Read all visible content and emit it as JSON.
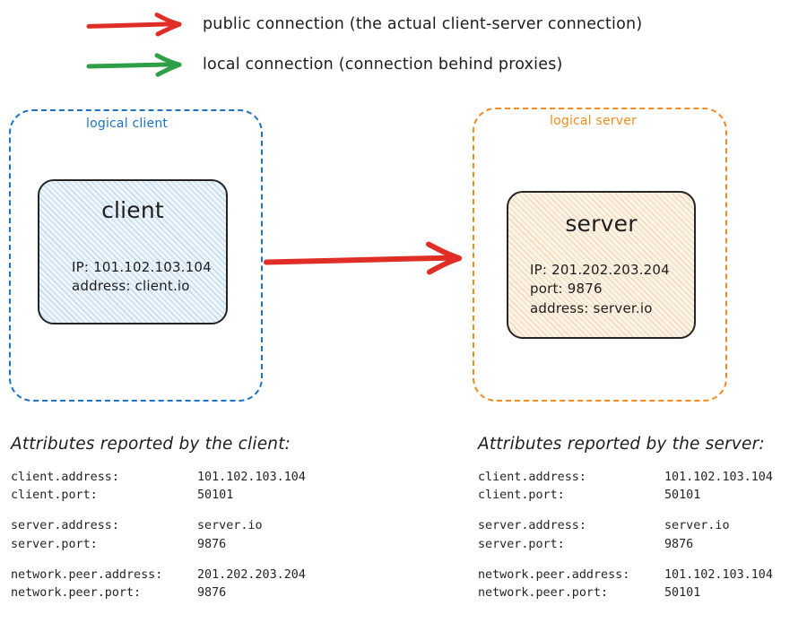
{
  "colors": {
    "public_arrow": "#e02e26",
    "local_arrow": "#2e9e47",
    "logical_client_border": "#1c72c4",
    "logical_server_border": "#f08c1e",
    "client_fill": "#eef6fc",
    "server_fill": "#fdf4e9",
    "node_stroke": "#252525",
    "text": "#1e1e1e"
  },
  "legend": {
    "items": [
      {
        "icon": "red-arrow-icon",
        "color": "#e02e26",
        "label": "public connection (the actual client-server connection)"
      },
      {
        "icon": "green-arrow-icon",
        "color": "#2e9e47",
        "label": "local connection (connection behind proxies)"
      }
    ]
  },
  "diagram": {
    "logical_client": {
      "label": "logical client",
      "node": {
        "title": "client",
        "properties": [
          {
            "key": "IP",
            "value": "101.102.103.104",
            "line": "IP: 101.102.103.104"
          },
          {
            "key": "address",
            "value": "client.io",
            "line": "address: client.io"
          }
        ]
      }
    },
    "logical_server": {
      "label": "logical server",
      "node": {
        "title": "server",
        "properties": [
          {
            "key": "IP",
            "value": "201.202.203.204",
            "line": "IP: 201.202.203.204"
          },
          {
            "key": "port",
            "value": "9876",
            "line": "port: 9876"
          },
          {
            "key": "address",
            "value": "server.io",
            "line": "address: server.io"
          }
        ]
      }
    },
    "connection_arrow": {
      "name": "public-connection-arrow",
      "color": "#e02e26",
      "from": "client",
      "to": "server"
    }
  },
  "attributes": {
    "client_panel": {
      "heading": "Attributes reported by the client:",
      "groups": [
        {
          "rows": [
            {
              "key": "client.address:",
              "value": "101.102.103.104"
            },
            {
              "key": "client.port:",
              "value": "50101"
            }
          ]
        },
        {
          "rows": [
            {
              "key": "server.address:",
              "value": "server.io"
            },
            {
              "key": "server.port:",
              "value": "9876"
            }
          ]
        },
        {
          "rows": [
            {
              "key": "network.peer.address:",
              "value": "201.202.203.204"
            },
            {
              "key": "network.peer.port:",
              "value": "9876"
            }
          ]
        }
      ]
    },
    "server_panel": {
      "heading": "Attributes reported by the server:",
      "groups": [
        {
          "rows": [
            {
              "key": "client.address:",
              "value": "101.102.103.104"
            },
            {
              "key": "client.port:",
              "value": "50101"
            }
          ]
        },
        {
          "rows": [
            {
              "key": "server.address:",
              "value": "server.io"
            },
            {
              "key": "server.port:",
              "value": "9876"
            }
          ]
        },
        {
          "rows": [
            {
              "key": "network.peer.address:",
              "value": "101.102.103.104"
            },
            {
              "key": "network.peer.port:",
              "value": "50101"
            }
          ]
        }
      ]
    }
  }
}
